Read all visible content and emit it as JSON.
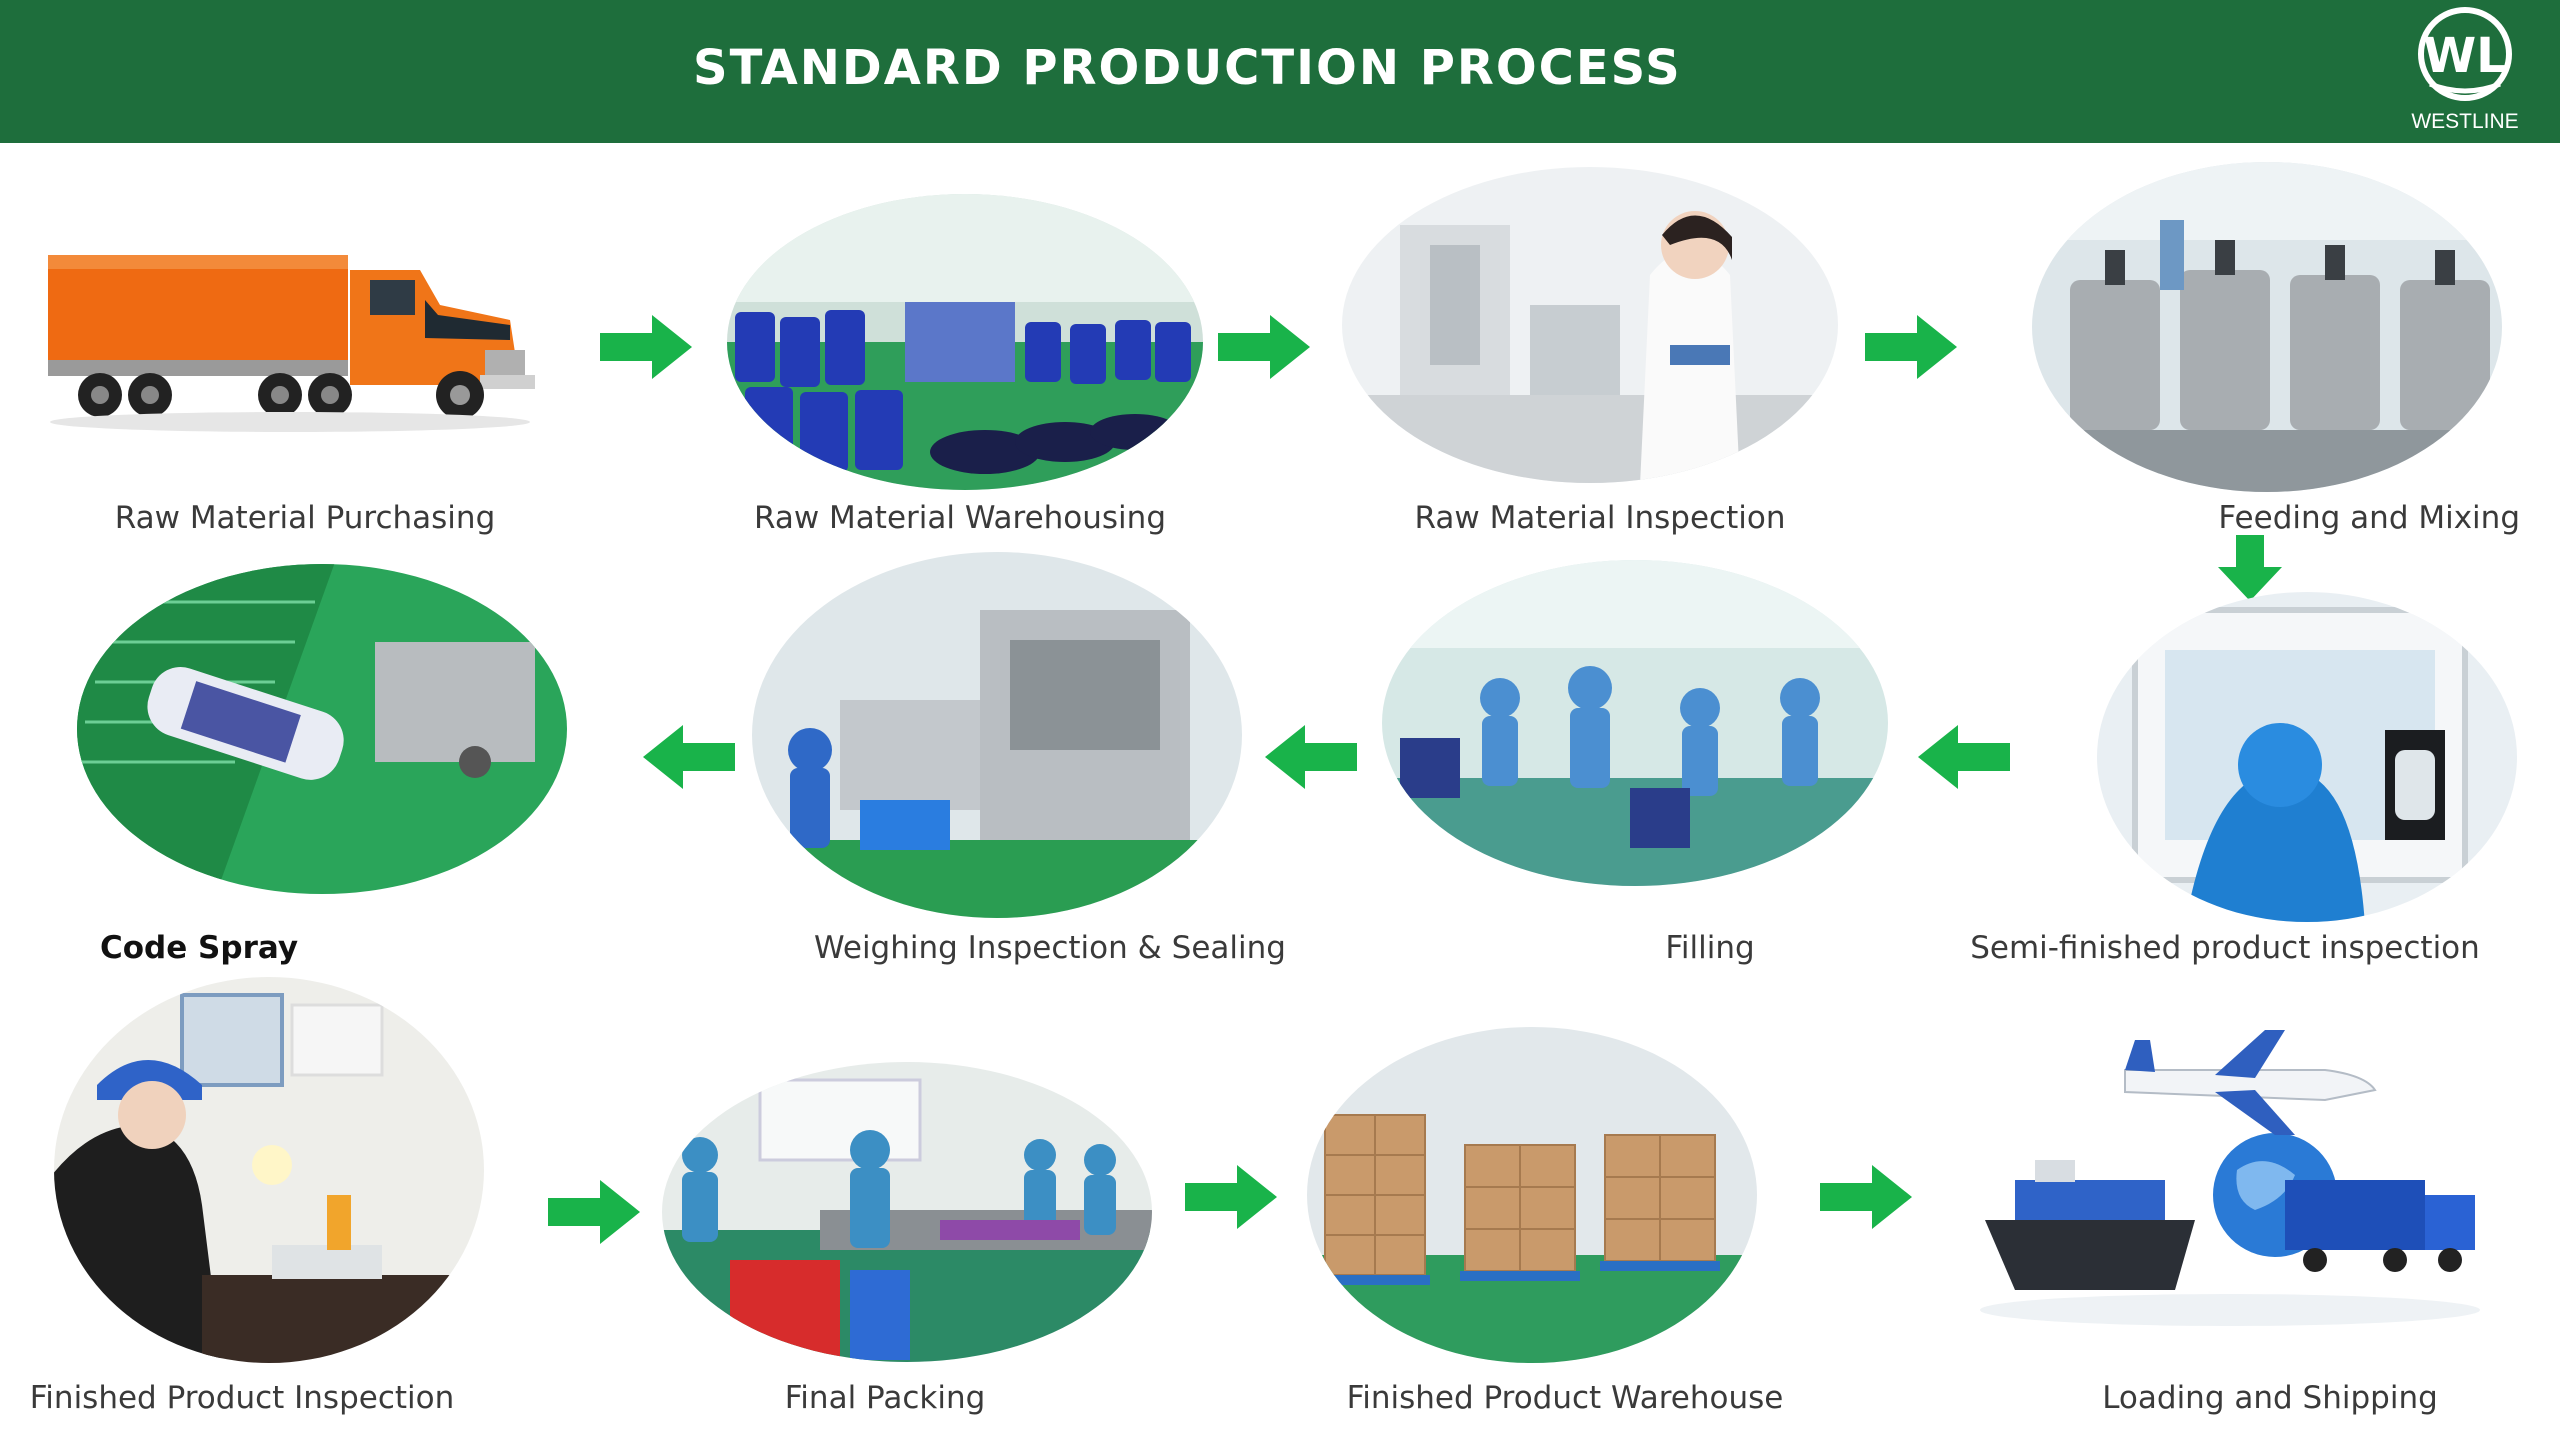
{
  "header": {
    "title": "STANDARD PRODUCTION PROCESS",
    "logo_mark": "WL",
    "logo_text": "WESTLINE",
    "background": "#1e6e3c"
  },
  "colors": {
    "arrow": "#19b34a",
    "label": "#3a3a3a"
  },
  "steps": [
    {
      "label": "Raw Material Purchasing"
    },
    {
      "label": "Raw Material Warehousing"
    },
    {
      "label": "Raw Material  Inspection"
    },
    {
      "label": "Feeding and Mixing"
    },
    {
      "label": "Semi-finished product inspection"
    },
    {
      "label": "Filling"
    },
    {
      "label": "Weighing Inspection & Sealing"
    },
    {
      "label": "Code Spray"
    },
    {
      "label": "Finished Product Inspection"
    },
    {
      "label": "Final Packing"
    },
    {
      "label": "Finished Product Warehouse"
    },
    {
      "label": "Loading and Shipping"
    }
  ]
}
